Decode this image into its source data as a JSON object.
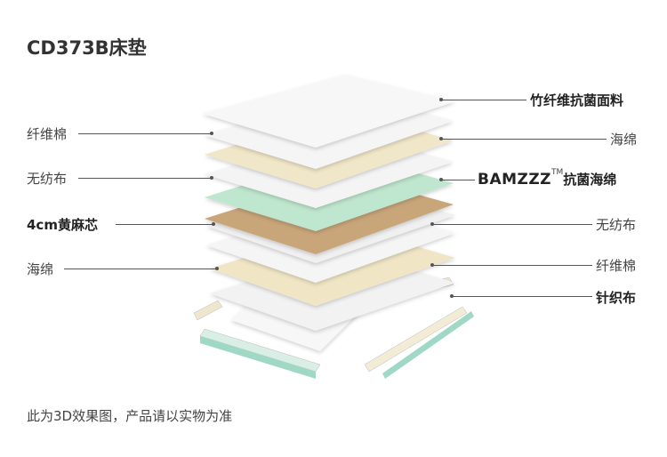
{
  "title": "CD373B床垫",
  "caption": "此为3D效果图，产品请以实物为准",
  "left_labels": [
    "纤维棉",
    "无纺布",
    "4cm黄麻芯",
    "海绵"
  ],
  "right_labels": {
    "r1": "竹纤维抗菌面料",
    "r2": "海绵",
    "r3_brand": "BAMZZZ",
    "r3_tm": "TM",
    "r3_rest": "抗菌海绵",
    "r4": "无纺布",
    "r5": "纤维棉",
    "r6": "针织布"
  },
  "colors": {
    "white_layer": "#f4f4f4",
    "sponge": "#f0e6c8",
    "green_sponge": "#bfe6cf",
    "jute": "#c9a57a",
    "line": "#555555"
  }
}
